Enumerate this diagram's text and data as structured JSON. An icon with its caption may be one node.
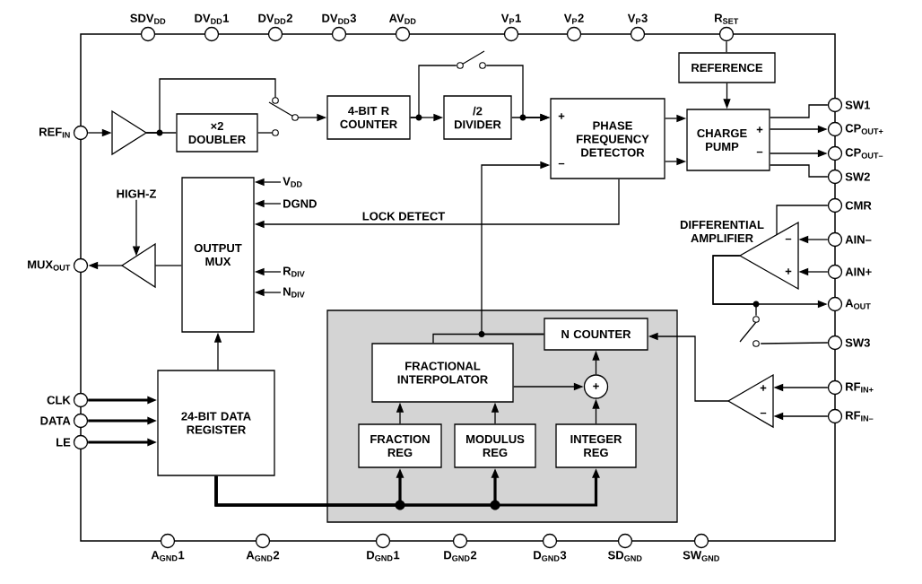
{
  "diagram": {
    "nodes": [
      {
        "text": [
          "SDV$_{DD}$"
        ]
      },
      {
        "text": [
          "DV$_{DD}$1"
        ]
      },
      {
        "text": [
          "DV$_{DD}$2"
        ]
      },
      {
        "text": [
          "DV$_{DD}$3"
        ]
      },
      {
        "text": [
          "AV$_{DD}$"
        ]
      },
      {
        "text": [
          "V$_{P}$1"
        ]
      },
      {
        "text": [
          "V$_{P}$2"
        ]
      },
      {
        "text": [
          "V$_{P}$3"
        ]
      },
      {
        "text": [
          "R$_{SET}$"
        ]
      },
      {
        "text": [
          "REF$_{IN}$"
        ]
      },
      {
        "text": [],
        "shape": "triangle"
      },
      {
        "text": [
          "×2 DOUBLER"
        ]
      },
      {
        "text": [],
        "shape": "switch"
      },
      {
        "text": [
          "4-BIT R COUNTER"
        ]
      },
      {
        "text": [],
        "shape": "switch"
      },
      {
        "text": [
          "/2 DIVIDER"
        ]
      },
      {
        "text": [
          "REFERENCE"
        ]
      },
      {
        "text": [
          "PHASE FREQUENCY DETECTOR",
          "+",
          "–"
        ]
      },
      {
        "text": [
          "CHARGE PUMP",
          "+",
          "–"
        ]
      },
      {
        "text": [
          "SW1"
        ]
      },
      {
        "text": [
          "CP$_{OUT+}$"
        ]
      },
      {
        "text": [
          "CP$_{OUT–}$"
        ]
      },
      {
        "text": [
          "SW2"
        ]
      },
      {
        "text": [
          "V$_{DD}$"
        ]
      },
      {
        "text": [
          "DGND"
        ]
      },
      {
        "text": [
          "HIGH-Z"
        ]
      },
      {
        "text": [
          "OUTPUT MUX"
        ]
      },
      {
        "text": [
          "CMR"
        ]
      },
      {
        "text": [
          "–",
          "+"
        ],
        "beside": [
          "DIFFERENTIAL AMPLIFIER"
        ]
      },
      {
        "text": [
          "AIN–"
        ]
      },
      {
        "text": [
          "MUX$_{OUT}$"
        ]
      },
      {
        "text": [],
        "shape": "triangle"
      },
      {
        "text": [
          "AIN+"
        ]
      },
      {
        "text": [
          "R$_{DIV}$"
        ]
      },
      {
        "text": [
          "N$_{DIV}$"
        ]
      },
      {
        "text": [
          "A$_{OUT}$"
        ]
      },
      {
        "text": [],
        "shape": "switch"
      },
      {
        "text": [],
        "shape": "box"
      },
      {
        "text": [
          "N COUNTER"
        ],
        "in": 37
      },
      {
        "text": [
          "SW3"
        ]
      },
      {
        "text": [
          "FRACTIONAL INTERPOLATOR"
        ],
        "in": 37
      },
      {
        "text": [
          "+"
        ],
        "in": 37
      },
      {
        "text": [
          "24-BIT DATA REGISTER"
        ]
      },
      {
        "text": [
          "+",
          "–"
        ]
      },
      {
        "text": [
          "RF$_{IN+}$"
        ]
      },
      {
        "text": [
          "CLK"
        ]
      },
      {
        "text": [
          "DATA"
        ]
      },
      {
        "text": [
          "RF$_{IN–}$"
        ]
      },
      {
        "text": [
          "LE"
        ]
      },
      {
        "text": [
          "FRACTION REG"
        ],
        "in": 37
      },
      {
        "text": [
          "MODULUS REG"
        ],
        "in": 37
      },
      {
        "text": [
          "INTEGER REG"
        ],
        "in": 37
      },
      {
        "text": [
          "A$_{GND}$1"
        ]
      },
      {
        "text": [
          "A$_{GND}$2"
        ]
      },
      {
        "text": [
          "D$_{GND}$1"
        ]
      },
      {
        "text": [
          "D$_{GND}$2"
        ]
      },
      {
        "text": [
          "D$_{GND}$3"
        ]
      },
      {
        "text": [
          "SD$_{GND}$"
        ]
      },
      {
        "text": [
          "SW$_{GND}$"
        ]
      }
    ],
    "edges": [
      {
        "from": 9,
        "to": 10,
        "arrow": "to"
      },
      {
        "from": 10,
        "to": 11,
        "arrow": "none"
      },
      {
        "from": 10,
        "to": 12,
        "arrow": "none"
      },
      {
        "from": 11,
        "to": 12,
        "arrow": "none"
      },
      {
        "from": 12,
        "to": 13,
        "arrow": "to"
      },
      {
        "from": 13,
        "to": 15,
        "arrow": "to"
      },
      {
        "from": 13,
        "to": 14,
        "arrow": "none"
      },
      {
        "from": 14,
        "to": 17,
        "arrow": "to"
      },
      {
        "from": 15,
        "to": 17,
        "arrow": "to"
      },
      {
        "from": 8,
        "to": 16,
        "arrow": "none"
      },
      {
        "from": 16,
        "to": 18,
        "arrow": "to"
      },
      {
        "from": 17,
        "to": 18,
        "arrow": "to"
      },
      {
        "from": 17,
        "to": 18,
        "arrow": "to"
      },
      {
        "from": 18,
        "to": 19,
        "arrow": "none"
      },
      {
        "from": 18,
        "to": 20,
        "arrow": "to"
      },
      {
        "from": 18,
        "to": 21,
        "arrow": "to"
      },
      {
        "from": 18,
        "to": 22,
        "arrow": "none"
      },
      {
        "from": 17,
        "to": 26,
        "arrow": "to",
        "label": "LOCK DETECT"
      },
      {
        "from": 23,
        "to": 26,
        "arrow": "to"
      },
      {
        "from": 24,
        "to": 26,
        "arrow": "to"
      },
      {
        "from": 33,
        "to": 26,
        "arrow": "to"
      },
      {
        "from": 34,
        "to": 26,
        "arrow": "to"
      },
      {
        "from": 25,
        "to": 31,
        "arrow": "to"
      },
      {
        "from": 26,
        "to": 31,
        "arrow": "none"
      },
      {
        "from": 31,
        "to": 30,
        "arrow": "to"
      },
      {
        "from": 42,
        "to": 26,
        "arrow": "to"
      },
      {
        "from": 45,
        "to": 42,
        "arrow": "to",
        "style": "thick"
      },
      {
        "from": 46,
        "to": 42,
        "arrow": "to",
        "style": "thick"
      },
      {
        "from": 48,
        "to": 42,
        "arrow": "to",
        "style": "thick"
      },
      {
        "from": 42,
        "to": 49,
        "arrow": "to",
        "style": "thick"
      },
      {
        "from": 42,
        "to": 50,
        "arrow": "to",
        "style": "thick"
      },
      {
        "from": 42,
        "to": 51,
        "arrow": "to",
        "style": "thick"
      },
      {
        "from": 49,
        "to": 40,
        "arrow": "to"
      },
      {
        "from": 50,
        "to": 40,
        "arrow": "to"
      },
      {
        "from": 40,
        "to": 41,
        "arrow": "to"
      },
      {
        "from": 51,
        "to": 41,
        "arrow": "to"
      },
      {
        "from": 41,
        "to": 38,
        "arrow": "to"
      },
      {
        "from": 38,
        "to": 40,
        "arrow": "none"
      },
      {
        "from": 38,
        "to": 17,
        "arrow": "to"
      },
      {
        "from": 44,
        "to": 43,
        "arrow": "to"
      },
      {
        "from": 47,
        "to": 43,
        "arrow": "to"
      },
      {
        "from": 43,
        "to": 38,
        "arrow": "to"
      },
      {
        "from": 27,
        "to": 28,
        "arrow": "none"
      },
      {
        "from": 29,
        "to": 28,
        "arrow": "to"
      },
      {
        "from": 32,
        "to": 28,
        "arrow": "to"
      },
      {
        "from": 28,
        "to": 35,
        "arrow": "to"
      },
      {
        "from": 28,
        "to": 36,
        "arrow": "none"
      },
      {
        "from": 36,
        "to": 39,
        "arrow": "none"
      }
    ]
  }
}
